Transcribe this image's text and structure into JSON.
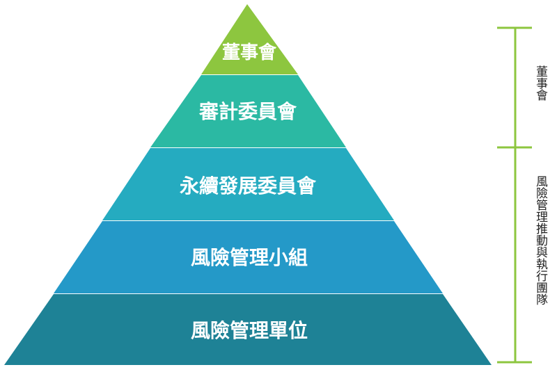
{
  "pyramid": {
    "tiers": [
      {
        "label": "董事會",
        "color": "#8dc63f"
      },
      {
        "label": "審計委員會",
        "color": "#2bb9a3"
      },
      {
        "label": "永續發展委員會",
        "color": "#25abc0"
      },
      {
        "label": "風險管理小組",
        "color": "#2499c8"
      },
      {
        "label": "風險管理單位",
        "color": "#1e8296"
      }
    ]
  },
  "side_labels": {
    "board": "董事會",
    "team": "風險管理推動與執行團隊"
  },
  "colors": {
    "bracket": "#8dc63f"
  }
}
